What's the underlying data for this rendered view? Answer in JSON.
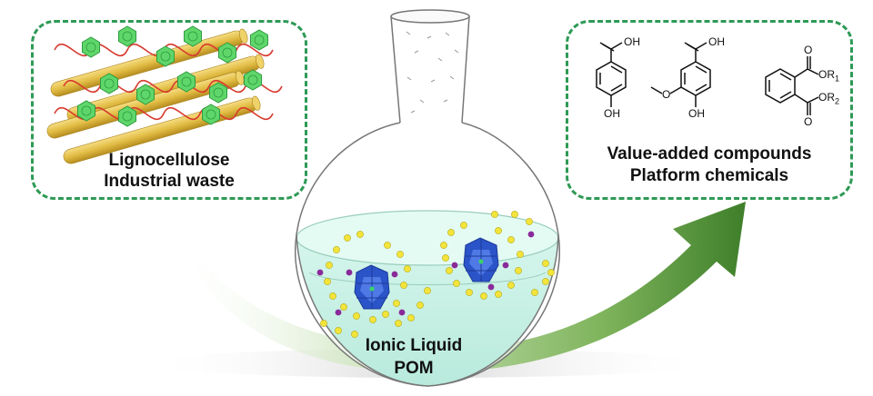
{
  "left_panel": {
    "line1": "Lignocellulose",
    "line2": "Industrial waste"
  },
  "right_panel": {
    "line1": "Value-added compounds",
    "line2": "Platform chemicals",
    "structures": {
      "acid1": {
        "top": "OH",
        "bottom": "OH"
      },
      "acid2": {
        "top": "OH",
        "bottom": "OH",
        "side": "O"
      },
      "ester": {
        "ester1": "O",
        "ester1_r": "OR",
        "ester1_sub": "1",
        "ester2": "O",
        "ester2_r": "OR",
        "ester2_sub": "2"
      }
    }
  },
  "flask": {
    "line1": "Ionic Liquid",
    "line2": "POM"
  },
  "colors": {
    "panel_border": "#2e9a55",
    "arrow_green": "#5a9a3c",
    "liquid": "#c8f0e4",
    "pom_blue": "#2b54c8",
    "yellow_atom": "#f2e43a",
    "purple_atom": "#8a2a9a",
    "fiber": "#e2bd45",
    "benzene_green": "#5fd66a",
    "helix_red": "#d83a2e"
  }
}
